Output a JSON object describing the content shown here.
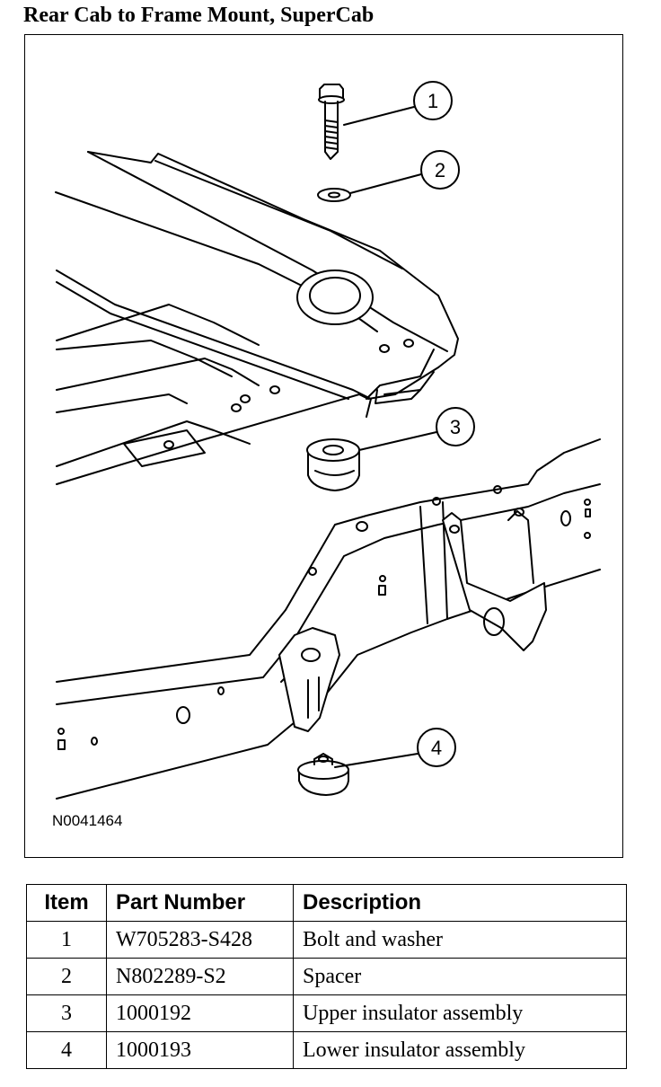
{
  "title": "Rear Cab to Frame Mount, SuperCab",
  "figure": {
    "id": "N0041464",
    "callouts": [
      "1",
      "2",
      "3",
      "4"
    ]
  },
  "table": {
    "headers": [
      "Item",
      "Part Number",
      "Description"
    ],
    "rows": [
      [
        "1",
        "W705283-S428",
        "Bolt and washer"
      ],
      [
        "2",
        "N802289-S2",
        "Spacer"
      ],
      [
        "3",
        "1000192",
        "Upper insulator assembly"
      ],
      [
        "4",
        "1000193",
        "Lower insulator assembly"
      ]
    ]
  }
}
